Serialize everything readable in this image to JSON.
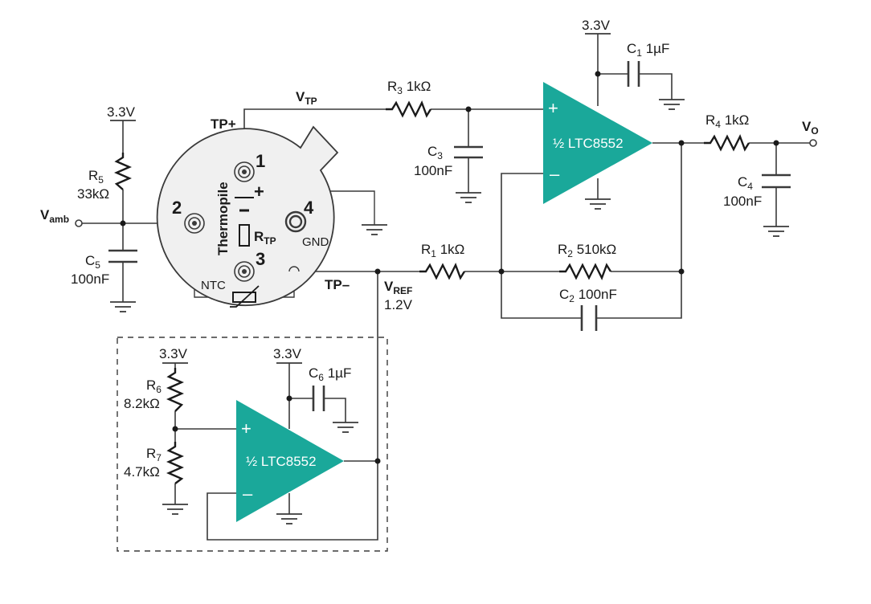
{
  "colors": {
    "opamp_fill": "#1aa89a",
    "wire": "#3a3a3a",
    "background": "#ffffff"
  },
  "labels": {
    "vtp_main": "V",
    "vtp_sub": "TP",
    "vo_main": "V",
    "vo_sub": "O",
    "vamb_main": "V",
    "vamb_sub": "amb",
    "vref_main": "V",
    "vref_sub": "REF",
    "vref_value": "1.2V",
    "tp_plus": "TP+",
    "tp_minus": "TP–",
    "supply_top": "3.3V",
    "supply_r5": "3.3V",
    "supply_r6": "3.3V",
    "supply_u2": "3.3V"
  },
  "opamps": {
    "u1": {
      "label": "½ LTC8552",
      "plus": "+",
      "minus": "–"
    },
    "u2": {
      "label": "½ LTC8552",
      "plus": "+",
      "minus": "–"
    }
  },
  "components": {
    "r3": {
      "main": "R",
      "sub": "3",
      "value": " 1kΩ"
    },
    "r4": {
      "main": "R",
      "sub": "4",
      "value": " 1kΩ"
    },
    "r1": {
      "main": "R",
      "sub": "1",
      "value": " 1kΩ"
    },
    "r2": {
      "main": "R",
      "sub": "2",
      "value": " 510kΩ"
    },
    "r5": {
      "main": "R",
      "sub": "5",
      "value": "33kΩ"
    },
    "r6": {
      "main": "R",
      "sub": "6",
      "value": "8.2kΩ"
    },
    "r7": {
      "main": "R",
      "sub": "7",
      "value": "4.7kΩ"
    },
    "c1": {
      "main": "C",
      "sub": "1",
      "value": " 1µF"
    },
    "c2": {
      "main": "C",
      "sub": "2",
      "value": " 100nF"
    },
    "c3": {
      "main": "C",
      "sub": "3",
      "value": "100nF"
    },
    "c4": {
      "main": "C",
      "sub": "4",
      "value": "100nF"
    },
    "c5": {
      "main": "C",
      "sub": "5",
      "value": "100nF"
    },
    "c6": {
      "main": "C",
      "sub": "6",
      "value": " 1µF"
    }
  },
  "sensor": {
    "thermopile": "Thermopile",
    "rtp_main": "R",
    "rtp_sub": "TP",
    "ntc": "NTC",
    "gnd": "GND",
    "plus": "+",
    "pins": [
      "1",
      "2",
      "3",
      "4"
    ]
  }
}
